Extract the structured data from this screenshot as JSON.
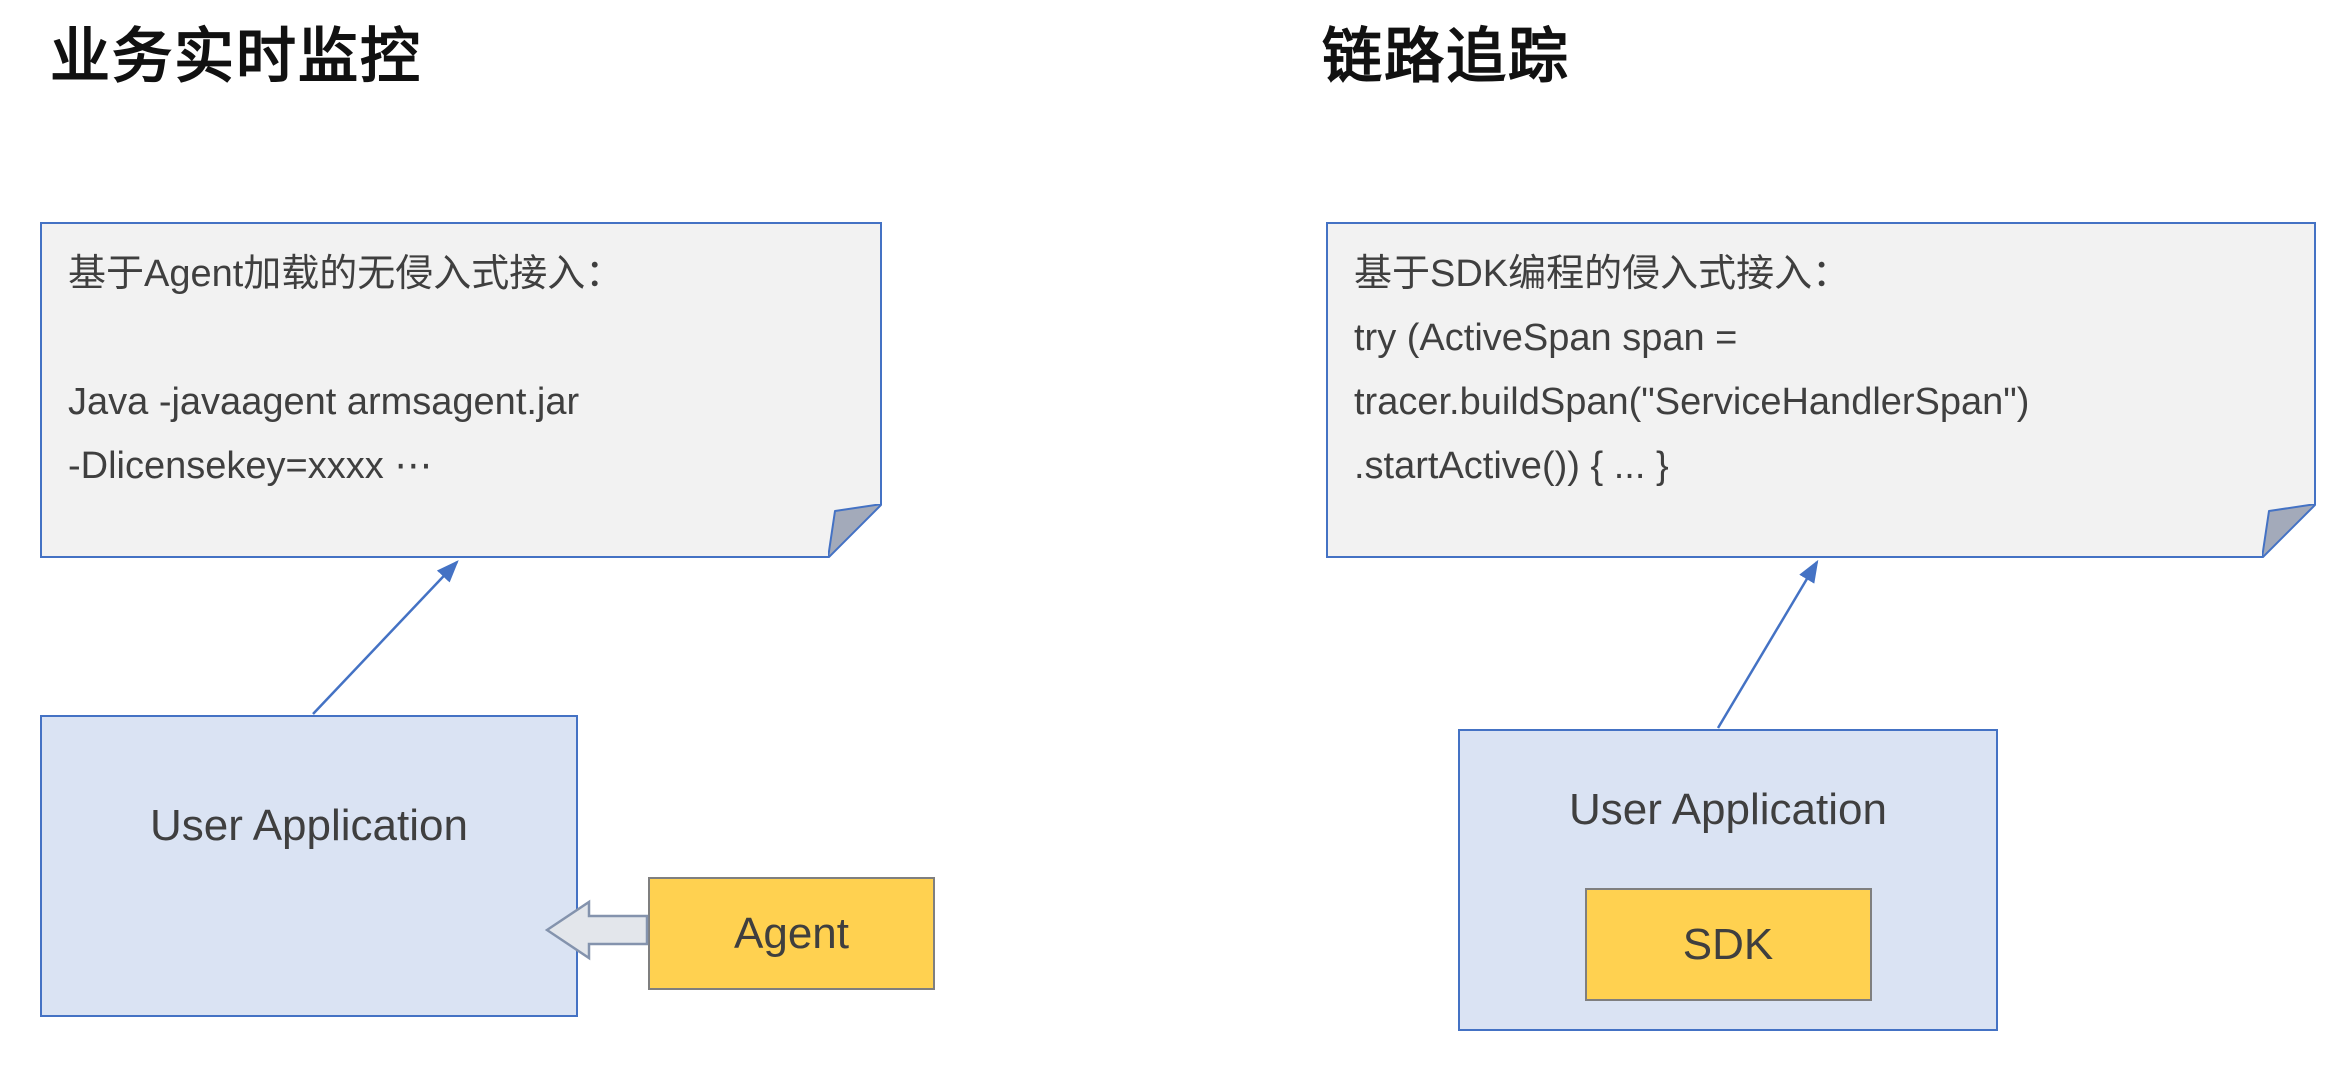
{
  "colors": {
    "accent": "#4472c4",
    "note_fill": "#f2f2f2",
    "app_fill": "#dae3f3",
    "chip_fill": "#ffd150",
    "chip_border": "#7f7f7f",
    "text": "#3f3f3f",
    "title_text": "#111111",
    "fold_fill": "#a3aaba",
    "block_arrow_fill": "#e3e6eb",
    "block_arrow_stroke": "#8493ad"
  },
  "left_panel": {
    "title": "业务实时监控",
    "note_lines": [
      "基于Agent加载的无侵入式接入：",
      "",
      "Java -javaagent armsagent.jar",
      "-Dlicensekey=xxxx ⋯"
    ],
    "app_label": "User Application",
    "chip_label": "Agent"
  },
  "right_panel": {
    "title": "链路追踪",
    "note_lines": [
      "基于SDK编程的侵入式接入：",
      "try (ActiveSpan span =",
      "tracer.buildSpan(\"ServiceHandlerSpan\")",
      ".startActive()) { ... }"
    ],
    "app_label": "User Application",
    "chip_label": "SDK"
  }
}
